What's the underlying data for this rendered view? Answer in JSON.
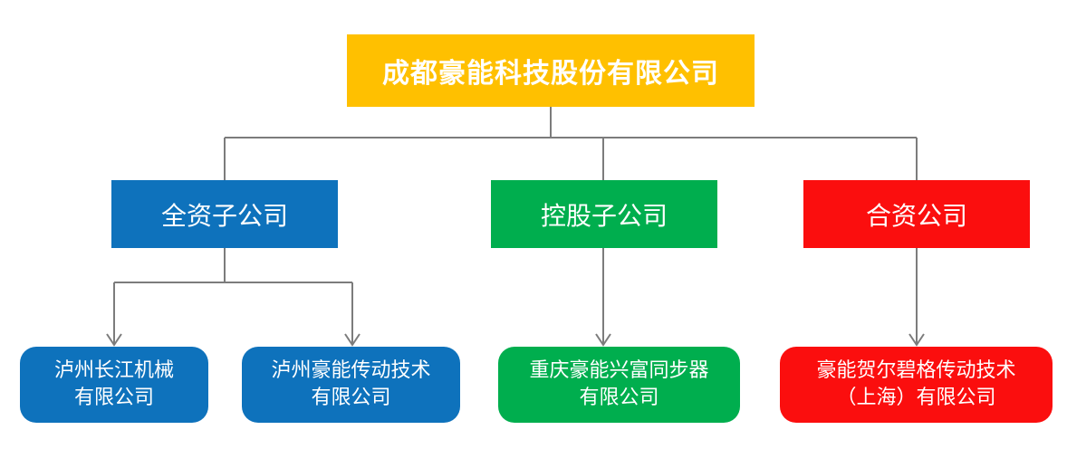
{
  "colors": {
    "root": "#FFC000",
    "wholly_owned": "#0E72BC",
    "holding": "#00AE4E",
    "joint_venture": "#FB0E0E",
    "connector": "#7C7C7C",
    "text": "#FFFFFF"
  },
  "chart": {
    "root": {
      "label": "成都豪能科技股份有限公司",
      "color": "#FFC000"
    },
    "branches": [
      {
        "label": "全资子公司",
        "color": "#0E72BC",
        "children": [
          {
            "label": "泸州长江机械\n有限公司"
          },
          {
            "label": "泸州豪能传动技术\n有限公司"
          }
        ]
      },
      {
        "label": "控股子公司",
        "color": "#00AE4E",
        "children": [
          {
            "label": "重庆豪能兴富同步器\n有限公司"
          }
        ]
      },
      {
        "label": "合资公司",
        "color": "#FB0E0E",
        "children": [
          {
            "label": "豪能贺尔碧格传动技术\n（上海）有限公司"
          }
        ]
      }
    ]
  }
}
